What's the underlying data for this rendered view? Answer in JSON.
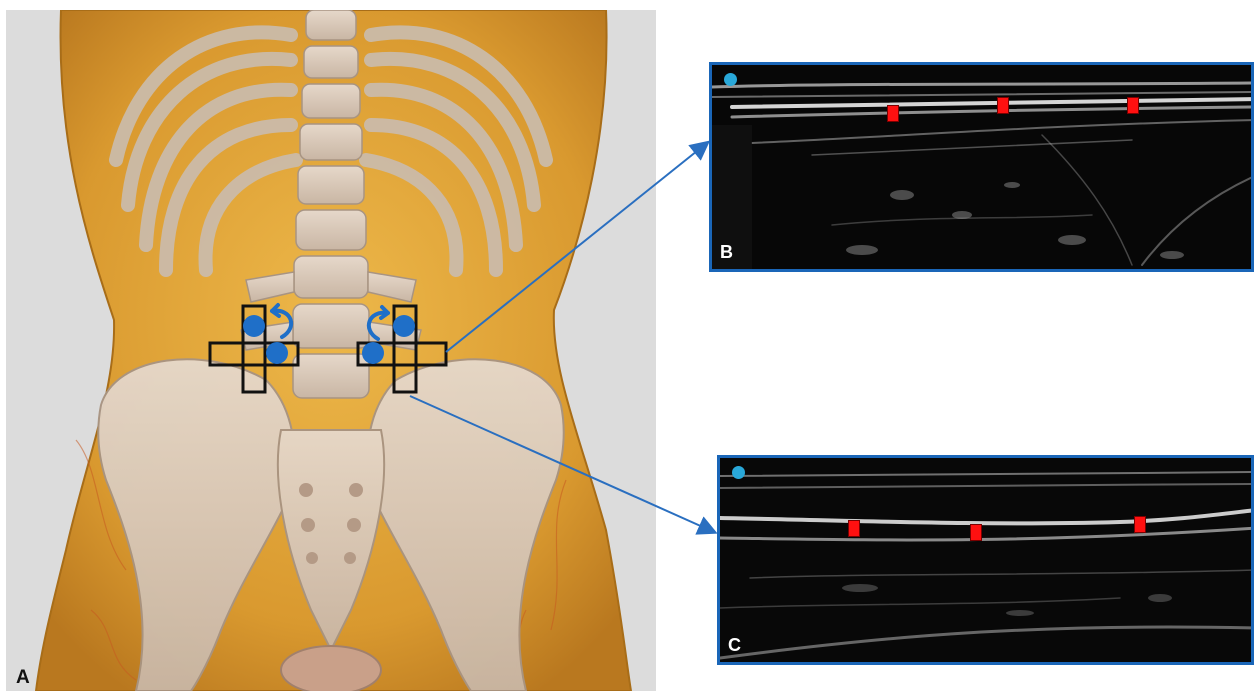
{
  "panels": {
    "a": {
      "label": "A"
    },
    "b": {
      "label": "B"
    },
    "c": {
      "label": "C"
    }
  },
  "colors": {
    "skin": "#e3a53a",
    "bone": "#d8c8b8",
    "probe_blue": "#1f6fc8",
    "panel_border": "#1a66b8",
    "marker_red": "#ff1010",
    "probe_dot_cyan": "#29a8d9"
  },
  "icons": {
    "rotation_arrow": "curved-arrow-icon",
    "probe_position": "circle-dot-icon",
    "probe_footprint": "cross-rectangle-icon"
  }
}
